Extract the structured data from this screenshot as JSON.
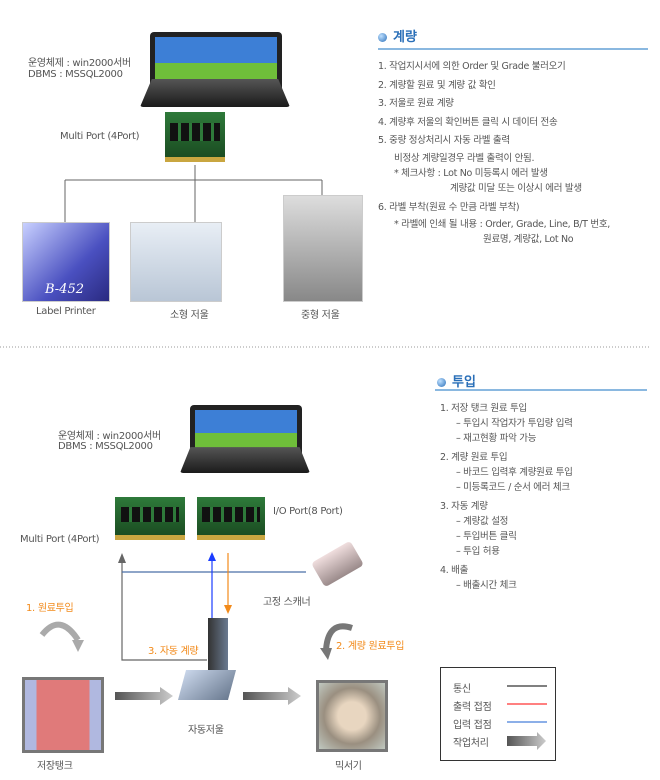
{
  "top": {
    "os_text": "운영체제 : win2000서버",
    "dbms_text": "DBMS : MSSQL2000",
    "multiport": "Multi Port (4Port)",
    "devices": [
      "Label Printer",
      "소형 저울",
      "중형 저울"
    ],
    "printer_model": "B-452"
  },
  "weighing": {
    "title": "계량",
    "items": [
      "1. 작업지시서에 의한 Order 및 Grade 불러오기",
      "2. 계량할 원료 및 계량 값 확인",
      "3. 저울로 원료 계량",
      "4. 계량후 저울의 확인버튼 클릭 시 데이터 전송",
      "5. 중량 정상처리시 자동 라벨 출력",
      "비정상 계량일경우 라벨 출력이 안됨.",
      "* 체크사항 : Lot No 미등록시 에러 발생",
      "계량값 미달 또는 이상시 에러 발생",
      "6. 라벨 부착(원료 수 만큼 라벨 부착)",
      "* 라벨에 인쇄 될 내용 : Order, Grade, Line, B/T 번호,",
      "원료명, 계량값, Lot No"
    ]
  },
  "bottom": {
    "os_text": "운영체제 : win2000서버",
    "dbms_text": "DBMS : MSSQL2000",
    "multiport": "Multi Port (4Port)",
    "ioport": "I/O Port(8 Port)",
    "scanner": "고정 스캐너",
    "step1": "1. 원료투입",
    "step2": "2. 계량 원료투입",
    "step3": "3. 자동 계량",
    "tank": "저장탱크",
    "scale": "자동저울",
    "mixer": "믹서기"
  },
  "input": {
    "title": "투입",
    "groups": [
      {
        "head": "1. 저장 탱크 원료 투입",
        "subs": [
          "– 투입시 작업자가 투입량 입력",
          "– 재고현황 파악 가능"
        ]
      },
      {
        "head": "2. 계량 원료 투입",
        "subs": [
          "– 바코드 입력후 계량원료 투입",
          "– 미등록코드 / 순서 에러 체크"
        ]
      },
      {
        "head": "3. 자동 계량",
        "subs": [
          "– 계량값 설정",
          "– 투입버튼 클릭",
          "– 투입 허용"
        ]
      },
      {
        "head": "4. 배출",
        "subs": [
          "– 배출시간 체크"
        ]
      }
    ]
  },
  "legend": {
    "items": [
      {
        "label": "통신",
        "color": "#000000"
      },
      {
        "label": "출력 접점",
        "color": "#ff0000"
      },
      {
        "label": "입력 접점",
        "color": "#1a5fd0"
      },
      {
        "label": "작업처리",
        "color": "#888888"
      }
    ]
  }
}
